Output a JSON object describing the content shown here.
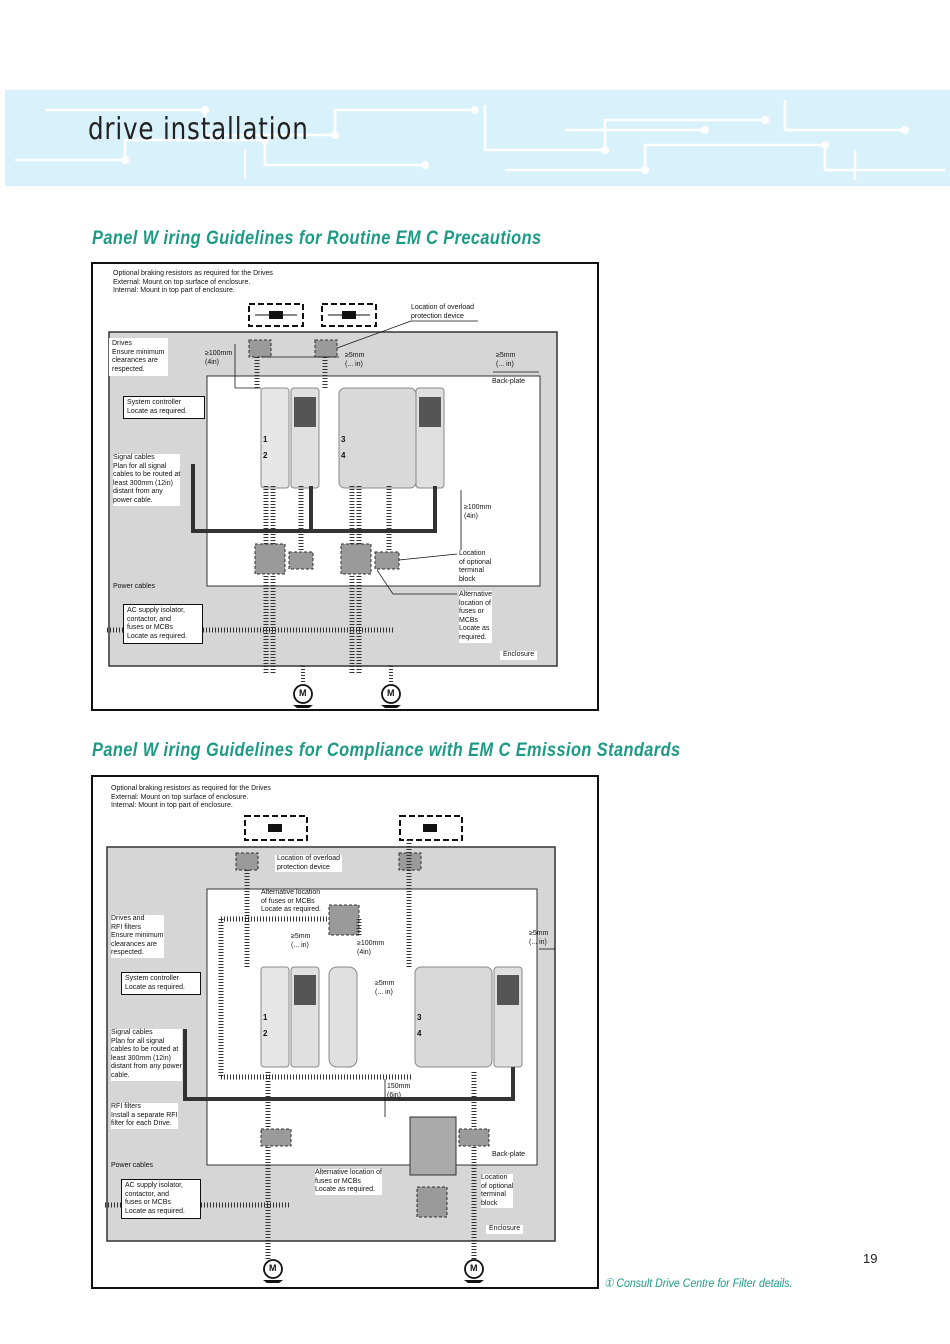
{
  "header": {
    "title": "drive installation"
  },
  "diagram1": {
    "title": "Panel W iring Guidelines for Routine EM C Precautions",
    "braking_note": "Optional braking resistors as required for the Drives\nExternal: Mount on top surface of enclosure.\nInternal: Mount in top part of enclosure.",
    "overload": "Location of overload\nprotection device",
    "drives": "Drives\nEnsure minimum\nclearances are\nrespected.",
    "gap_100_top": "≥100mm\n(4in)",
    "gap_5mm_a": "≥5mm\n(... in)",
    "gap_5mm_b": "≥5mm\n(... in)",
    "backplate": "Back-plate",
    "system_controller": "System controller\nLocate as required.",
    "signal_cables": "Signal cables\nPlan for all signal\ncables to be routed at\nleast 300mm (12in)\ndistant from any\npower cable.",
    "gap_100_bottom": "≥100mm\n(4in)",
    "terminal_block": "Location\nof optional\nterminal\nblock",
    "power_cables": "Power cables",
    "alt_fuses": "Alternative\nlocation of\nfuses or\nMCBs\nLocate as\nrequired.",
    "ac_supply": "AC supply isolator,\ncontactor, and\nfuses or MCBs\nLocate as required.",
    "enclosure": "Enclosure",
    "drive_numbers": [
      "1",
      "2",
      "3",
      "4"
    ],
    "motor": "M"
  },
  "diagram2": {
    "title": "Panel W iring Guidelines for Compliance with EM C Emission Standards",
    "braking_note": "Optional braking resistors as required for the Drives\nExternal: Mount on top surface of enclosure.\nInternal: Mount in top part of enclosure.",
    "overload": "Location of overload\nprotection device",
    "alt_fuses_top": "Alternative location\nof fuses or MCBs\nLocate as required.",
    "drives": "Drives and\nRFI filters\nEnsure minimum\nclearances are\nrespected.",
    "gap_5mm_a": "≥5mm\n(... in)",
    "gap_100": "≥100mm\n(4in)",
    "gap_5mm_b": "≥5mm\n(... in)",
    "gap_5mm_c": "≥5mm\n(... in)",
    "system_controller": "System controller\nLocate as required.",
    "signal_cables": "Signal cables\nPlan for all signal\ncables to be routed at\nleast 300mm (12in)\ndistant from any power\ncable.",
    "gap_150": "150mm\n(6in)",
    "rfi_filters": "RFI filters\nInstall a separate RFI\nfilter for each Drive.",
    "backplate": "Back-plate",
    "power_cables": "Power cables",
    "alt_fuses_bottom": "Alternative location of\nfuses or MCBs\nLocate as required.",
    "terminal_block": "Location\nof optional\nterminal\nblock",
    "ac_supply": "AC supply isolator,\ncontactor, and\nfuses or MCBs\nLocate as required.",
    "enclosure": "Enclosure",
    "drive_numbers": [
      "1",
      "2",
      "3",
      "4"
    ],
    "motor": "M"
  },
  "footer": {
    "page_number": "19",
    "footnote": "① Consult Drive Centre for Filter details."
  },
  "colors": {
    "accent": "#1c9a86",
    "banner": "#d9f1fa",
    "enclosure": "#d6d6d6",
    "component": "#9a9a9a"
  }
}
